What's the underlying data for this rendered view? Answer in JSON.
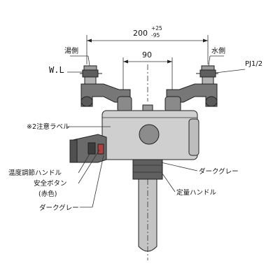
{
  "dimensions": {
    "overall_value": "200",
    "overall_tol_upper": "+25",
    "overall_tol_lower": "-95",
    "center_value": "90"
  },
  "labels": {
    "hot_side": "湯側",
    "cold_side": "水側",
    "thread": "PJ1/2",
    "water_level": "W.L",
    "caution_label": "※2注意ラベル",
    "temp_handle": "温度調節ハンドル",
    "safety_button": "安全ボタン",
    "safety_color": "(赤色)",
    "dark_gray_left": "ダークグレー",
    "dark_gray_right": "ダークグレー",
    "fixed_handle": "定量ハンドル"
  },
  "colors": {
    "body_gray": "#c9c9c9",
    "dark_part": "#6f6f6f",
    "line": "#222222"
  }
}
